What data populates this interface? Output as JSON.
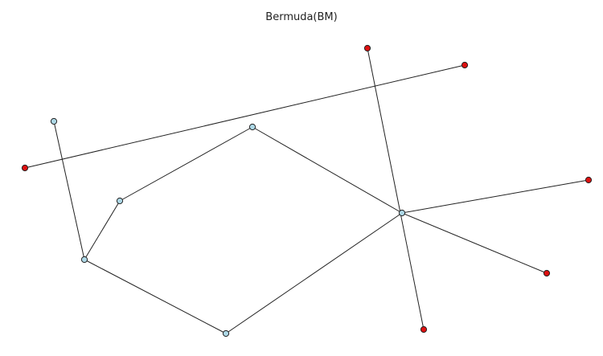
{
  "title": "Bermuda(BM)",
  "colors": {
    "internal_node": "#add8e6",
    "external_node": "#dd1111",
    "edge": "#222222",
    "background": "#ffffff"
  },
  "graph": {
    "nodes": [
      {
        "id": "n0",
        "type": "internal"
      },
      {
        "id": "n1",
        "type": "internal"
      },
      {
        "id": "n2",
        "type": "internal"
      },
      {
        "id": "n3",
        "type": "internal"
      },
      {
        "id": "n4",
        "type": "internal"
      },
      {
        "id": "n5",
        "type": "internal"
      },
      {
        "id": "r0",
        "type": "external"
      },
      {
        "id": "r1",
        "type": "external"
      },
      {
        "id": "r2",
        "type": "external"
      },
      {
        "id": "r3",
        "type": "external"
      },
      {
        "id": "r4",
        "type": "external"
      },
      {
        "id": "r5",
        "type": "external"
      }
    ],
    "edges": [
      [
        "n0",
        "n3"
      ],
      [
        "n3",
        "n2"
      ],
      [
        "n2",
        "n1"
      ],
      [
        "n3",
        "n5"
      ],
      [
        "n5",
        "n4"
      ],
      [
        "n1",
        "n4"
      ],
      [
        "r1",
        "r2"
      ],
      [
        "r0",
        "r5"
      ],
      [
        "n4",
        "r3"
      ],
      [
        "n4",
        "r4"
      ]
    ]
  }
}
